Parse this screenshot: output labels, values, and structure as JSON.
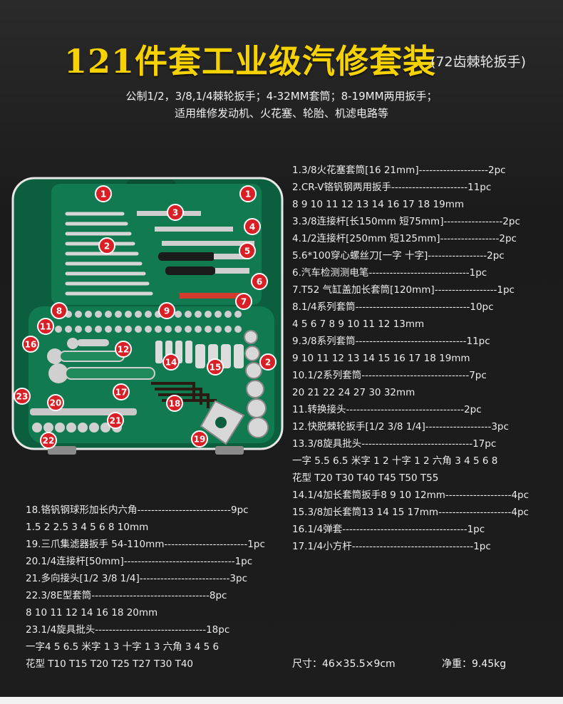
{
  "header": {
    "title": "121件套工业级汽修套装",
    "title_note": "(72齿棘轮扳手)",
    "line1": "公制1/2，3/8,1/4棘轮扳手；4-32MM套筒；8-19MM两用扳手；",
    "line2": "适用维修发动机、火花塞、轮胎、机滤电路等"
  },
  "case_badges": [
    "1",
    "1",
    "3",
    "2",
    "4",
    "5",
    "6",
    "7",
    "8",
    "9",
    "11",
    "16",
    "12",
    "2",
    "14",
    "15",
    "23",
    "17",
    "20",
    "18",
    "21",
    "22",
    "19"
  ],
  "items_right": [
    "1.3/8火花塞套筒[16 21mm]--------------------2pc",
    "2.CR-V铬钒钢两用扳手----------------------11pc",
    "8 9 10 11 12 13 14 16 17 18 19mm",
    "3.3/8连接杆[长150mm 短75mm]-----------------2pc",
    "4.1/2连接杆[250mm  短125mm]-----------------2pc",
    "5.6*100穿心螺丝刀[一字 十字]-----------------2pc",
    "6.汽车检测测电笔-----------------------------1pc",
    "7.T52 气缸盖加长套筒[120mm]------------------1pc",
    "8.1/4系列套筒---------------------------------10pc",
    "4 5 6 7 8 9 10 11 12 13mm",
    "9.3/8系列套筒--------------------------------11pc",
    "9 10 11 12 13 14 15 16 17 18 19mm",
    "10.1/2系列套筒-------------------------------7pc",
    "20 21 22 24 27 30 32mm",
    "11.转换接头----------------------------------2pc",
    "12.快脱棘轮扳手[1/2 3/8 1/4]-------------------3pc",
    "13.3/8旋具批头--------------------------------17pc",
    "一字 5.5 6.5 米字 1 2 十字 1 2 六角 3 4 5 6 8",
    "花型 T20 T30 T40 T45 T50 T55",
    "14.1/4加长套筒扳手8 9 10 12mm-------------------4pc",
    "15.3/8加长套筒13 14 15 17mm---------------------4pc",
    "16.1/4弹套------------------------------------1pc",
    "17.1/4小方杆-----------------------------------1pc"
  ],
  "items_left": [
    "18.铬钒钢球形加长内六角---------------------------9pc",
    "1.5 2 2.5 3 4 5 6 8 10mm",
    "19.三爪集滤器扳手 54-110mm------------------------1pc",
    "20.1/4连接杆[50mm]--------------------------------1pc",
    "21.多向接头[1/2 3/8 1/4]--------------------------3pc",
    "22.3/8E型套筒----------------------------------8pc",
    "8 10 11 12 14 16 18 20mm",
    "23.1/4旋具批头--------------------------------18pc",
    "一字4 5 6.5 米字 1 3 十字 1 3 六角 3 4 5 6",
    "花型 T10 T15 T20 T25 T27 T30 T40"
  ],
  "specs": {
    "size": "尺寸：46×35.5×9cm",
    "weight": "净重：9.45kg"
  },
  "colors": {
    "title": "#f5d200",
    "case_green": "#0e6b46",
    "badge_red": "#d81f26",
    "background": "#1e1e1e"
  }
}
